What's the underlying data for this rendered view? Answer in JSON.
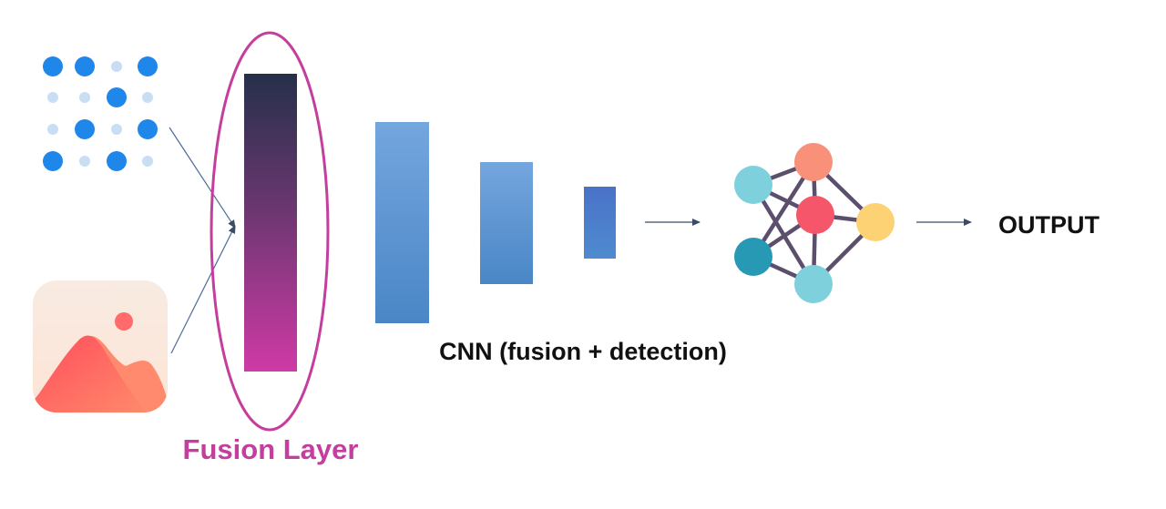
{
  "labels": {
    "fusion_layer": "Fusion Layer",
    "cnn": "CNN (fusion + detection)",
    "output": "OUTPUT"
  },
  "colors": {
    "dot_dark": "#1f86ea",
    "dot_light": "#c9ddf5",
    "fusion_accent": "#c43e9e",
    "fusion_bar_top": "#25304a",
    "fusion_bar_bottom": "#cf3aa6",
    "cnn_block": "#5b98d6",
    "cnn_block_small": "#4a78c8",
    "arrow": "#4a6a9a",
    "image_icon_bg": "#fbe7dc",
    "image_icon_mountain": "#ff5f5f",
    "image_icon_sun": "#ff6b6b",
    "net_edge": "#5c4f6e",
    "node_coral": "#f9907a",
    "node_red": "#f5566a",
    "node_cyan": "#7ed0dc",
    "node_teal": "#2899b4",
    "node_yellow": "#fdd274",
    "output_text": "#111111"
  },
  "icons": {
    "input_1": "point-cloud-dots-icon",
    "input_2": "image-icon",
    "network": "neural-network-icon"
  }
}
